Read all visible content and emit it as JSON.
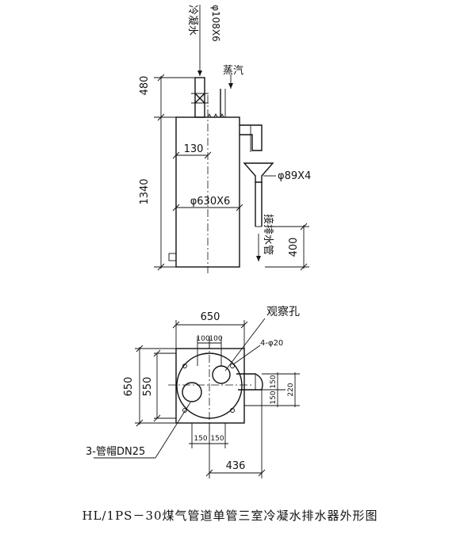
{
  "labels": {
    "cold_water": "冷凝水",
    "cold_water_pipe": "φ108X6",
    "steam": "蒸汽",
    "dim_480": "480",
    "dim_1340": "1340",
    "dim_130": "130",
    "vessel": "φ630X6",
    "drain_pipe": "φ89X4",
    "to_drain": "接排水管",
    "dim_400": "400",
    "dim_650_top": "650",
    "observation_hole": "观察孔",
    "dim_100_a": "100",
    "dim_100_b": "100",
    "holes": "4-φ20",
    "dim_650_side": "650",
    "dim_550": "550",
    "dim_150_v1": "150",
    "dim_150_v2": "150",
    "dim_220": "220",
    "dim_150_h1": "150",
    "dim_150_h2": "150",
    "caps": "3-管帽DN25",
    "dim_436": "436"
  },
  "caption": "HL/1PS－30煤气管道单管三室冷凝水排水器外形图"
}
